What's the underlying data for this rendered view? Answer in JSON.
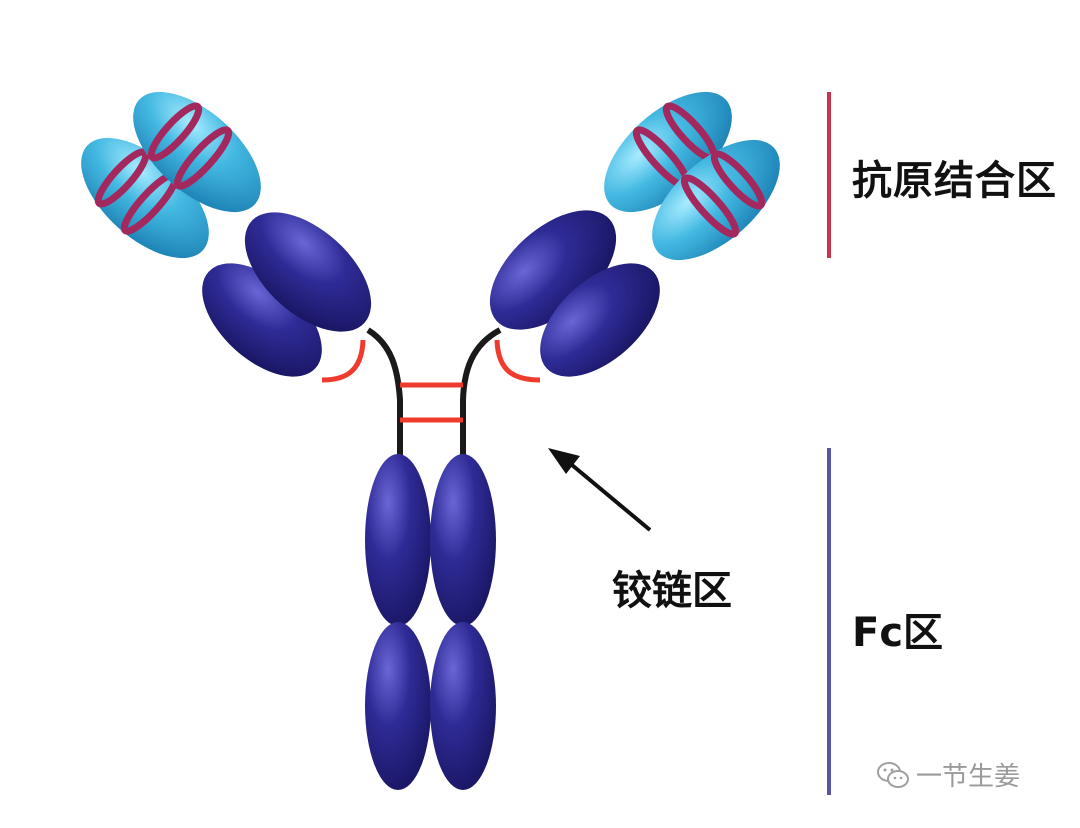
{
  "labels": {
    "antigen_binding_region": "抗原结合区",
    "hinge_region": "铰链区",
    "fc_region": "Fc区"
  },
  "watermark": {
    "text": "一节生姜",
    "icon": "wechat-icon"
  },
  "colors": {
    "heavy_domain": "#2e2b8f",
    "variable_domain": "#3fb4dc",
    "variable_band": "#a3285e",
    "hinge_chain": "#1a1a1a",
    "disulfide_bond": "#ef3b2d",
    "antigen_bracket": "#c8344f",
    "fc_bracket": "#5a55a0"
  }
}
